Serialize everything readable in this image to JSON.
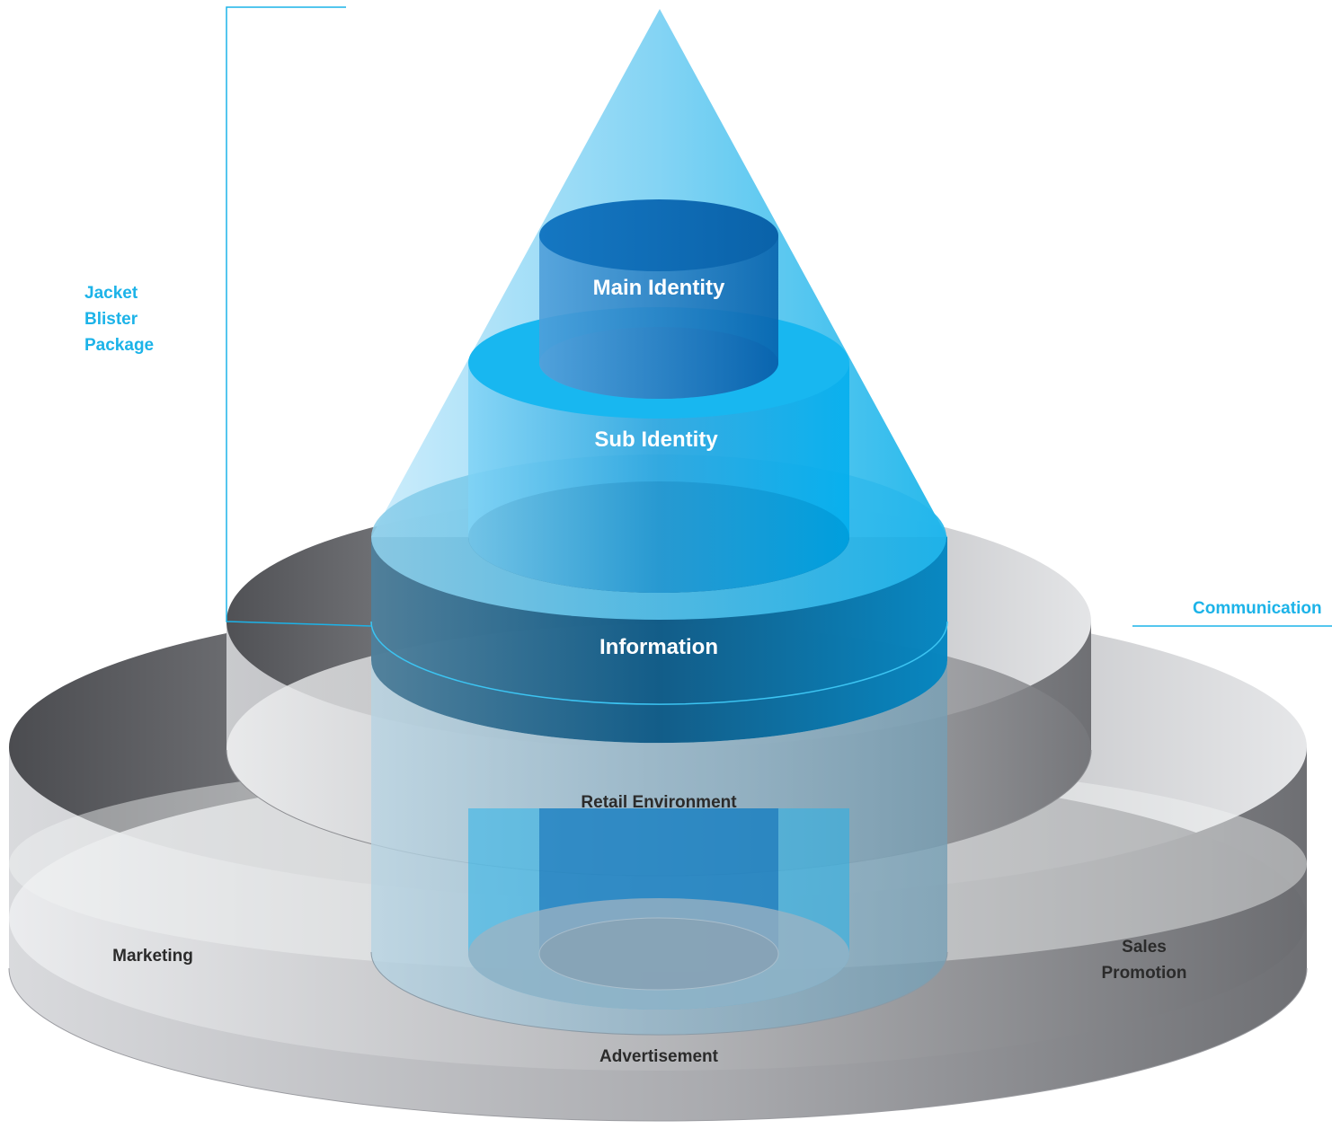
{
  "colors": {
    "accent": "#1cb3e8",
    "deep_blue": "#0a63a8",
    "light_blue": "#8ad6f5",
    "gray_dark": "#595a5e",
    "gray_light": "#e2e3e6"
  },
  "diagram": {
    "left_callout": {
      "lines": [
        "Jacket",
        "Blister",
        "Package"
      ]
    },
    "right_callout": {
      "label": "Communication"
    },
    "layers": {
      "main_identity": "Main Identity",
      "sub_identity": "Sub Identity",
      "information": "Information",
      "retail_environment": "Retail Environment",
      "marketing": "Marketing",
      "sales_promotion": [
        "Sales",
        "Promotion"
      ],
      "advertisement": "Advertisement"
    }
  }
}
